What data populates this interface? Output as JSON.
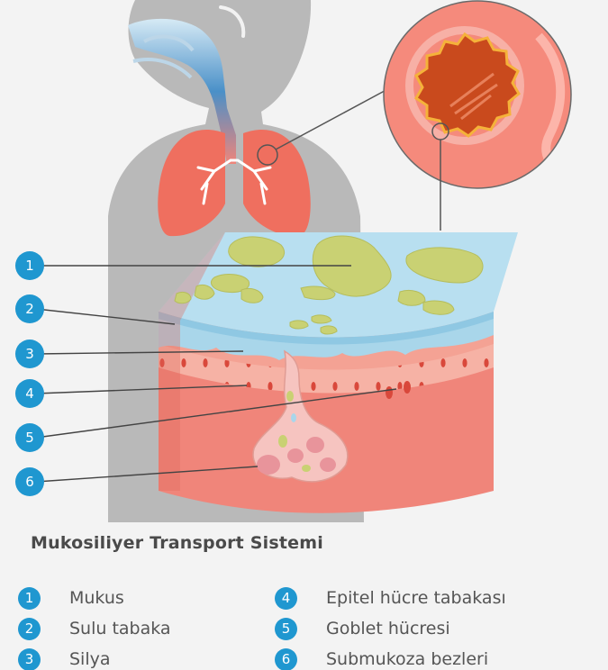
{
  "title": "Mukosiliyer Transport Sistemi",
  "colors": {
    "accent": "#1f97d0",
    "tissue": "#f0857a",
    "mucus": "#c9d173",
    "fluid": "#a8d5ea"
  },
  "callouts": [
    "1",
    "2",
    "3",
    "4",
    "5",
    "6"
  ],
  "legend": [
    {
      "number": "1",
      "label": "Mukus"
    },
    {
      "number": "2",
      "label": "Sulu tabaka"
    },
    {
      "number": "3",
      "label": "Silya"
    },
    {
      "number": "4",
      "label": "Epitel hücre tabakası"
    },
    {
      "number": "5",
      "label": "Goblet hücresi"
    },
    {
      "number": "6",
      "label": "Submukoza bezleri"
    }
  ]
}
